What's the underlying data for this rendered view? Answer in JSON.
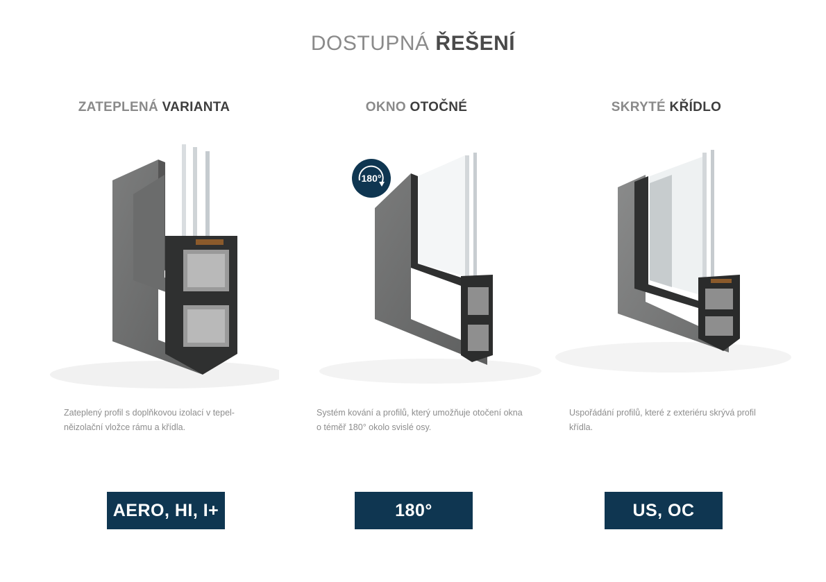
{
  "page": {
    "title_light": "DOSTUPNÁ ",
    "title_bold": "ŘEŠENÍ"
  },
  "colors": {
    "badge_bg": "#0f3651",
    "badge_text": "#ffffff",
    "frame_gray": "#6f7070"
  },
  "columns": [
    {
      "title_light": "ZATEPLENÁ ",
      "title_bold": "VARIANTA",
      "image": "window-profile-insulated",
      "description": "Zateplený profil s doplňkovou izolací v tepel-něizolační vložce rámu a křídla.",
      "badge": "AERO, HI, I+"
    },
    {
      "title_light": "OKNO ",
      "title_bold": "OTOČNÉ",
      "image": "window-profile-pivot",
      "rotation_badge": "180°",
      "description": "Systém kování a profilů, který umožňuje otočení okna o téměř 180° okolo svislé osy.",
      "badge": "180°"
    },
    {
      "title_light": "SKRYTÉ ",
      "title_bold": "KŘÍDLO",
      "image": "window-profile-hidden-sash",
      "description": "Uspořádání profilů, které z exteriéru skrývá profil křídla.",
      "badge": "US, OC"
    }
  ]
}
